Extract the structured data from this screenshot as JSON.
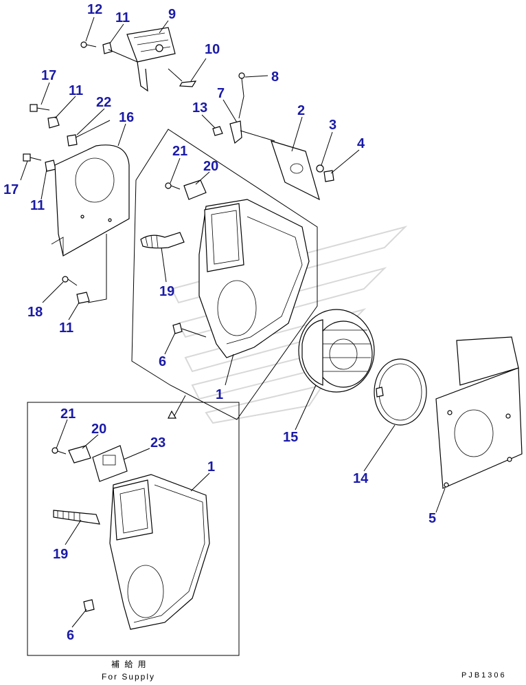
{
  "diagram": {
    "callouts": {
      "c12": "12",
      "c11a": "11",
      "c9": "9",
      "c10": "10",
      "c8": "8",
      "c17a": "17",
      "c11b": "11",
      "c22": "22",
      "c16": "16",
      "c7": "7",
      "c13": "13",
      "c2": "2",
      "c3": "3",
      "c4": "4",
      "c17b": "17",
      "c11c": "11",
      "c21a": "21",
      "c20a": "20",
      "c19a": "19",
      "c18": "18",
      "c11d": "11",
      "c6a": "6",
      "c1a": "1",
      "c15": "15",
      "c14": "14",
      "c5": "5",
      "c21b": "21",
      "c20b": "20",
      "c23": "23",
      "c1b": "1",
      "c19b": "19",
      "c6b": "6"
    },
    "supply_caption_jp": "補 給 用",
    "supply_caption_en": "For Supply",
    "drawing_code": "PJB1306"
  }
}
